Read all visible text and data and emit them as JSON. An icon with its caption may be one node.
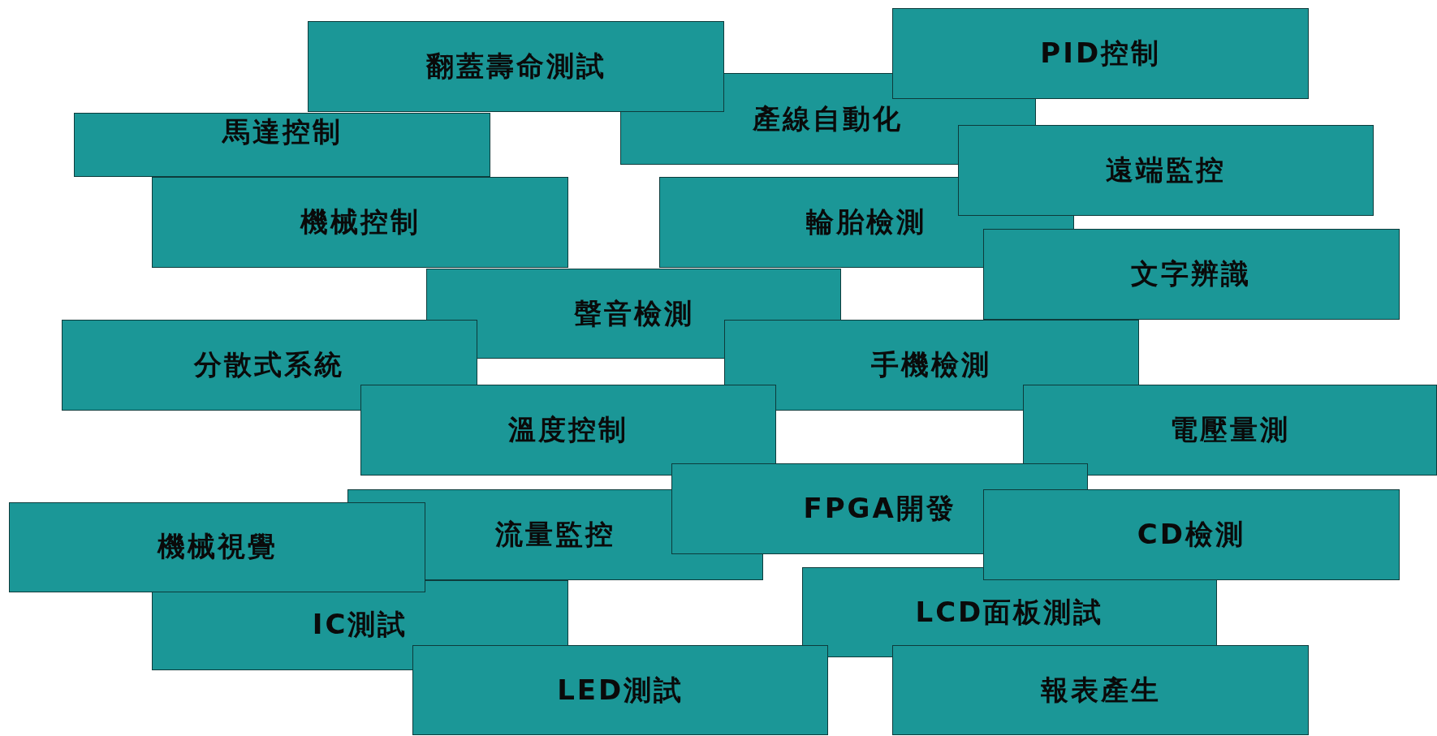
{
  "diagram": {
    "nodes": [
      {
        "text": [
          "PID控制"
        ]
      },
      {
        "text": [
          "翻蓋壽命測試"
        ]
      },
      {
        "text": [
          "產線自動化"
        ]
      },
      {
        "text": [
          "馬達控制"
        ]
      },
      {
        "text": [
          "遠端監控"
        ]
      },
      {
        "text": [
          "機械控制"
        ]
      },
      {
        "text": [
          "輪胎檢測"
        ]
      },
      {
        "text": [
          "文字辨識"
        ]
      },
      {
        "text": [
          "聲音檢測"
        ]
      },
      {
        "text": [
          "分散式系統"
        ]
      },
      {
        "text": [
          "手機檢測"
        ]
      },
      {
        "text": [
          "電壓量測"
        ]
      },
      {
        "text": [
          "溫度控制"
        ]
      },
      {
        "text": [
          "FPGA開發"
        ]
      },
      {
        "text": [
          "流量監控"
        ]
      },
      {
        "text": [
          "CD檢測"
        ]
      },
      {
        "text": [
          "機械視覺"
        ]
      },
      {
        "text": [
          "LCD面板測試"
        ]
      },
      {
        "text": [
          "IC測試"
        ]
      },
      {
        "text": [
          "LED測試"
        ]
      },
      {
        "text": [
          "報表產生"
        ]
      }
    ]
  }
}
